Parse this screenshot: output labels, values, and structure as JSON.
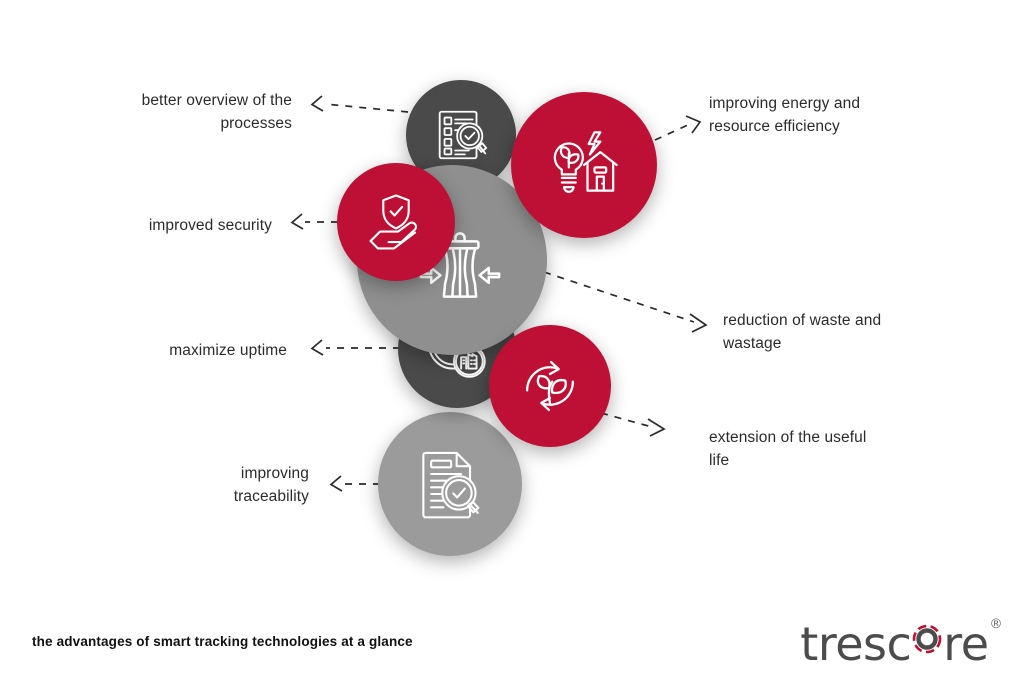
{
  "theme": {
    "red": "#be1034",
    "dark_gray": "#4a4a4a",
    "mid_gray": "#8f8f8f",
    "light_gray": "#9b9b9b",
    "text": "#2b2b2b",
    "background": "#ffffff"
  },
  "footer": {
    "caption": "the advantages of smart tracking technologies at a glance",
    "logo_text_before": "tresc",
    "logo_text_after": "re",
    "logo_registered": "®"
  },
  "nodes": [
    {
      "id": "overview",
      "label": "better overview of the\nprocesses",
      "icon": "checklist-magnifier-icon",
      "color_key": "dark_gray",
      "side": "left"
    },
    {
      "id": "energy",
      "label": "improving energy and\nresource efficiency",
      "icon": "eco-bulb-house-icon",
      "color_key": "red",
      "side": "right"
    },
    {
      "id": "security",
      "label": "improved security",
      "icon": "hand-shield-check-icon",
      "color_key": "red",
      "side": "left"
    },
    {
      "id": "waste",
      "label": "reduction of waste and\nwastage",
      "icon": "compressed-bin-icon",
      "color_key": "mid_gray",
      "side": "right"
    },
    {
      "id": "uptime",
      "label": "maximize uptime",
      "icon": "clock-factory-icon",
      "color_key": "dark_gray",
      "side": "left"
    },
    {
      "id": "lifespan",
      "label": "extension of the useful\nlife",
      "icon": "recycle-leaves-icon",
      "color_key": "red",
      "side": "right"
    },
    {
      "id": "traceability",
      "label": "improving\ntraceability",
      "icon": "document-magnifier-icon",
      "color_key": "light_gray",
      "side": "left"
    }
  ]
}
